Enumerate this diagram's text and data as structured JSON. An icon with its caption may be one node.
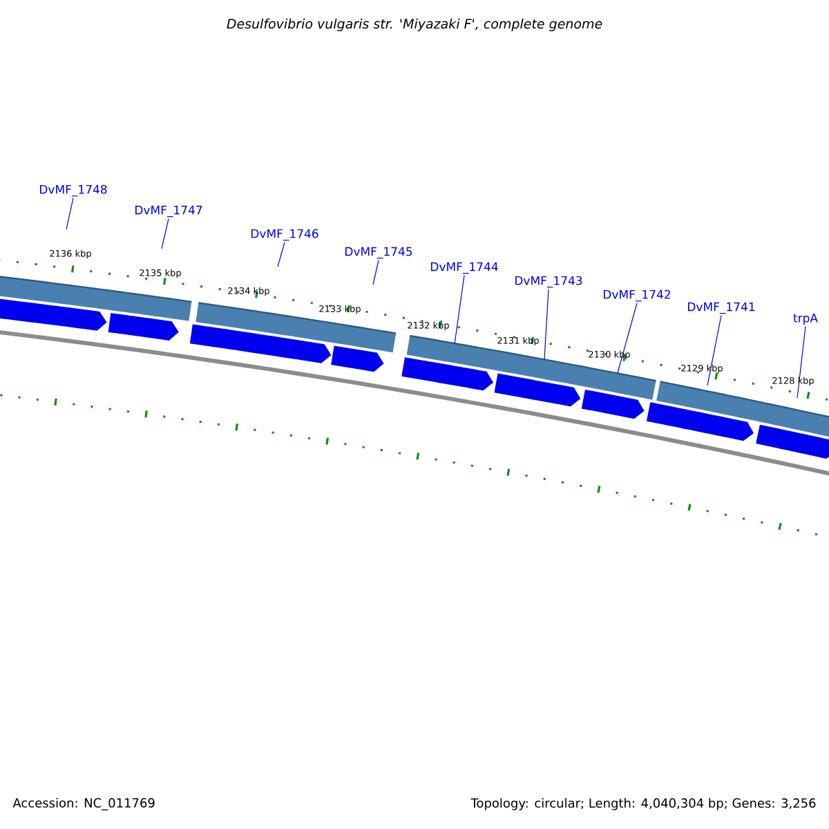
{
  "diagram": {
    "title": "Desulfovibrio vulgaris str. 'Miyazaki F', complete genome",
    "nodes": [
      {
        "text": [
          "DvMF_1748"
        ]
      },
      {
        "text": [
          "DvMF_1747"
        ]
      },
      {
        "text": [
          "DvMF_1746"
        ]
      },
      {
        "text": [
          "DvMF_1745"
        ]
      },
      {
        "text": [
          "DvMF_1744"
        ]
      },
      {
        "text": [
          "DvMF_1743"
        ]
      },
      {
        "text": [
          "DvMF_1742"
        ]
      },
      {
        "text": [
          "DvMF_1741"
        ]
      },
      {
        "text": [
          "trpA"
        ]
      }
    ],
    "edges": [
      {
        "from": 0,
        "to": null,
        "arrow": "none"
      },
      {
        "from": 1,
        "to": null,
        "arrow": "none"
      },
      {
        "from": 2,
        "to": null,
        "arrow": "none"
      },
      {
        "from": 3,
        "to": null,
        "arrow": "none"
      },
      {
        "from": 4,
        "to": null,
        "arrow": "none"
      },
      {
        "from": 5,
        "to": null,
        "arrow": "none"
      },
      {
        "from": 6,
        "to": null,
        "arrow": "none"
      },
      {
        "from": 7,
        "to": null,
        "arrow": "none"
      },
      {
        "from": 8,
        "to": null,
        "arrow": "none"
      }
    ],
    "labels": [
      "2136 kbp",
      "2135 kbp",
      "2134 kbp",
      "2133 kbp",
      "2132 kbp",
      "2131 kbp",
      "2130 kbp",
      "2129 kbp",
      "2128 kbp",
      "Accession: NC_011769",
      "Topology: circular; Length: 4,040,304 bp; Genes: 3,256"
    ]
  }
}
